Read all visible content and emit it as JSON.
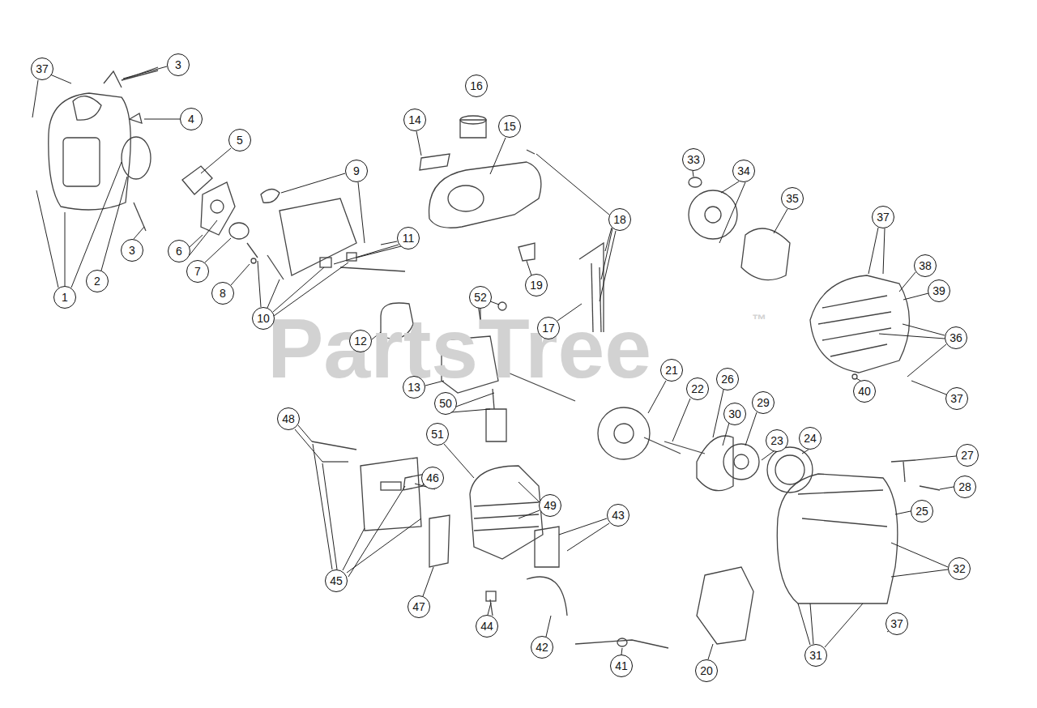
{
  "diagram": {
    "nodes": [
      {
        "text": [
          "37"
        ]
      },
      {
        "text": [
          "3"
        ]
      },
      {
        "text": [
          "4"
        ]
      },
      {
        "text": [
          "5"
        ]
      },
      {
        "text": [
          "3"
        ]
      },
      {
        "text": [
          "2"
        ]
      },
      {
        "text": [
          "1"
        ]
      },
      {
        "text": [
          "6"
        ]
      },
      {
        "text": [
          "7"
        ]
      },
      {
        "text": [
          "8"
        ]
      },
      {
        "text": [
          "9"
        ]
      },
      {
        "text": [
          "11"
        ]
      },
      {
        "text": [
          "10"
        ]
      },
      {
        "text": [
          "16"
        ]
      },
      {
        "text": [
          "14"
        ]
      },
      {
        "text": [
          "15"
        ]
      },
      {
        "text": [
          "18"
        ]
      },
      {
        "text": [
          "33"
        ]
      },
      {
        "text": [
          "34"
        ]
      },
      {
        "text": [
          "35"
        ]
      },
      {
        "text": [
          "37"
        ]
      },
      {
        "text": [
          "38"
        ]
      },
      {
        "text": [
          "39"
        ]
      },
      {
        "text": [
          "36"
        ]
      },
      {
        "text": [
          "40"
        ]
      },
      {
        "text": [
          "37"
        ]
      },
      {
        "text": [
          "52"
        ]
      },
      {
        "text": [
          "19"
        ]
      },
      {
        "text": [
          "17"
        ]
      },
      {
        "text": [
          "12"
        ]
      },
      {
        "text": [
          "13"
        ]
      },
      {
        "text": [
          "21"
        ]
      },
      {
        "text": [
          "22"
        ]
      },
      {
        "text": [
          "26"
        ]
      },
      {
        "text": [
          "30"
        ]
      },
      {
        "text": [
          "29"
        ]
      },
      {
        "text": [
          "23"
        ]
      },
      {
        "text": [
          "24"
        ]
      },
      {
        "text": [
          "27"
        ]
      },
      {
        "text": [
          "28"
        ]
      },
      {
        "text": [
          "25"
        ]
      },
      {
        "text": [
          "32"
        ]
      },
      {
        "text": [
          "50"
        ]
      },
      {
        "text": [
          "51"
        ]
      },
      {
        "text": [
          "48"
        ]
      },
      {
        "text": [
          "46"
        ]
      },
      {
        "text": [
          "49"
        ]
      },
      {
        "text": [
          "43"
        ]
      },
      {
        "text": [
          "45"
        ]
      },
      {
        "text": [
          "47"
        ]
      },
      {
        "text": [
          "44"
        ]
      },
      {
        "text": [
          "42"
        ]
      },
      {
        "text": [
          "41"
        ]
      },
      {
        "text": [
          "20"
        ]
      },
      {
        "text": [
          "31"
        ]
      },
      {
        "text": [
          "37"
        ]
      }
    ],
    "edges": [],
    "labels": [
      "PartsTree",
      "™"
    ]
  }
}
